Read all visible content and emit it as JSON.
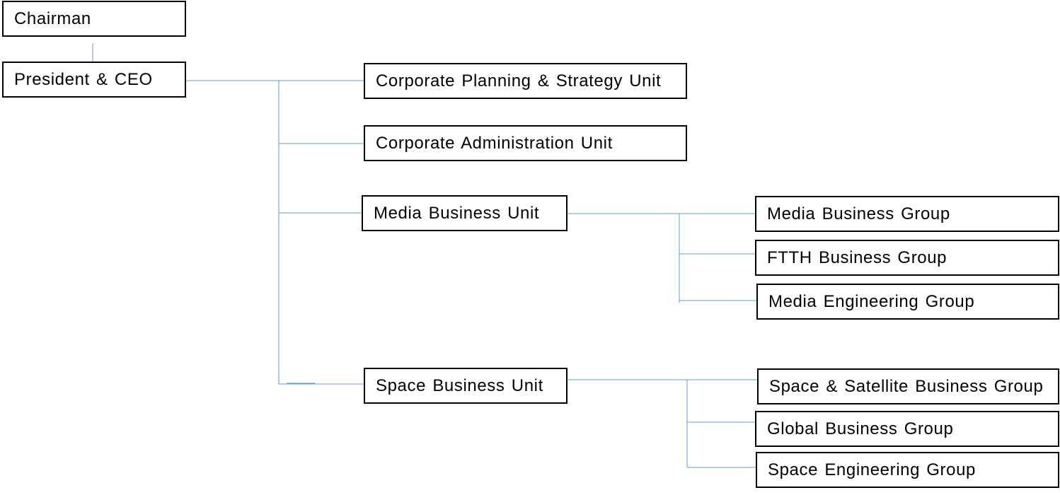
{
  "org_chart": {
    "chairman": "Chairman",
    "president": "President & CEO",
    "units": {
      "corporate_planning": "Corporate Planning & Strategy Unit",
      "corporate_admin": "Corporate Administration Unit",
      "media_business": "Media Business Unit",
      "space_business": "Space Business Unit"
    },
    "media_groups": [
      "Media Business Group",
      "FTTH Business Group",
      "Media Engineering Group"
    ],
    "space_groups": [
      "Space & Satellite Business Group",
      "Global Business Group",
      "Space Engineering Group"
    ]
  },
  "colors": {
    "connector": "#5b9bd5",
    "box_border": "#000000",
    "box_fill": "#ffffff"
  }
}
